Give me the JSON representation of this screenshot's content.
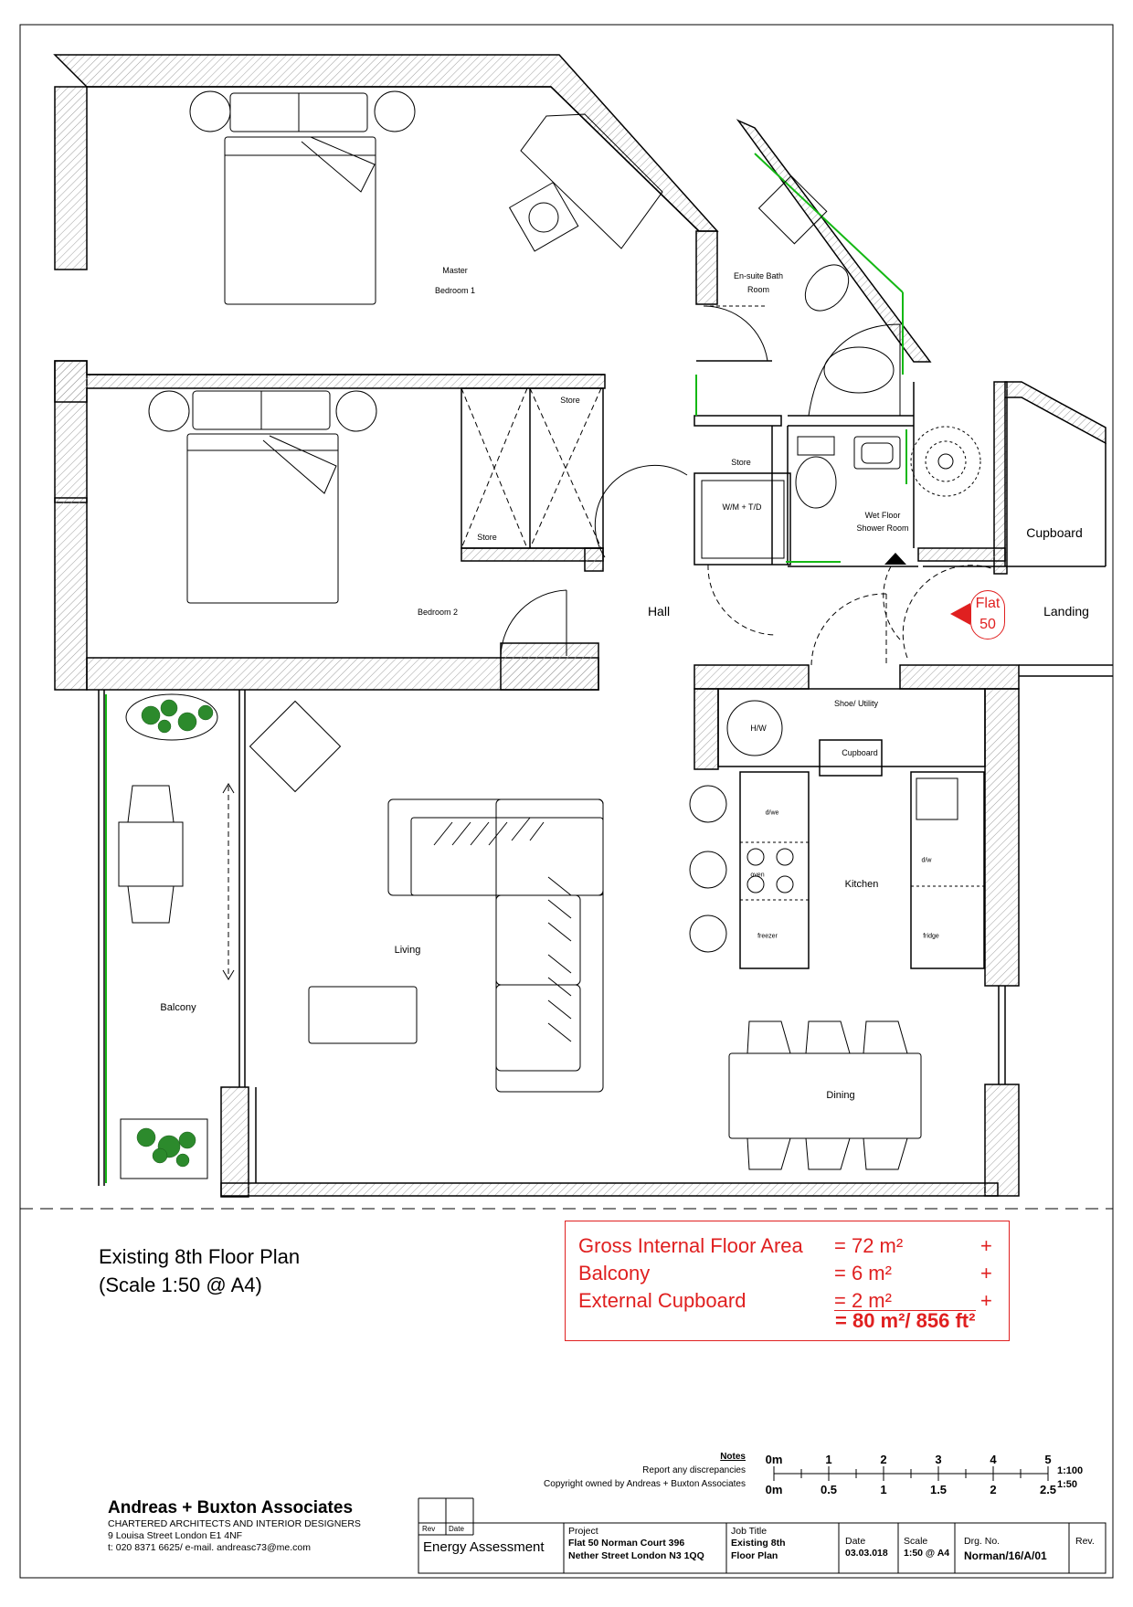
{
  "rooms": {
    "master_bedroom": "Master",
    "master_bedroom_2": "Bedroom 1",
    "ensuite": "En-suite Bath",
    "ensuite_2": "Room",
    "store_1": "Store",
    "store_2": "Store",
    "store_3": "Store",
    "bedroom2": "Bedroom 2",
    "hall": "Hall",
    "wm": "W/M + T/D",
    "wetroom": "Wet Floor",
    "wetroom_2": "Shower Room",
    "cupboard_ext": "Cupboard",
    "landing": "Landing",
    "flat_line1": "Flat",
    "flat_line2": "50",
    "utility": "Shoe/ Utility",
    "hw": "H/W",
    "cupboard_int": "Cupboard",
    "kitchen": "Kitchen",
    "living": "Living",
    "balcony": "Balcony",
    "dining": "Dining",
    "appl_dw1": "d/we",
    "appl_oven": "oven",
    "appl_freezer": "freezer",
    "appl_dw2": "d/w",
    "appl_fridge": "fridge"
  },
  "plan_title": {
    "line1": "Existing 8th Floor Plan",
    "line2": "(Scale 1:50 @ A4)"
  },
  "areas": {
    "rows": [
      {
        "label": "Gross Internal Floor Area",
        "value": "= 72 m²",
        "plus": "+"
      },
      {
        "label": "Balcony",
        "value": "= 6 m²",
        "plus": "+"
      },
      {
        "label": "External Cupboard",
        "value": "= 2 m²",
        "plus": "+"
      }
    ],
    "total": "= 80 m²/ 856 ft²",
    "accent": "#e02020"
  },
  "notes": {
    "heading": "Notes",
    "line1": "Report any discrepancies",
    "line2": "Copyright owned by Andreas + Buxton Associates"
  },
  "scale_bar": {
    "top_ticks": [
      "0m",
      "1",
      "2",
      "3",
      "4",
      "5"
    ],
    "bottom_ticks": [
      "0m",
      "0.5",
      "1",
      "1.5",
      "2",
      "2.5"
    ],
    "ratio_top": "1:100",
    "ratio_bottom": "1:50"
  },
  "firm": {
    "name": "Andreas + Buxton Associates",
    "tagline": "CHARTERED ARCHITECTS  AND INTERIOR DESIGNERS",
    "address": "9 Louisa Street London E1 4NF",
    "contact": "t: 020 8371 6625/ e-mail. andreasc73@me.com"
  },
  "title_block": {
    "rev_label": "Rev",
    "date_label": "Date",
    "client": "Energy Assessment",
    "project_label": "Project",
    "project_line1": "Flat 50 Norman Court 396",
    "project_line2": "Nether Street London N3 1QQ",
    "job_label": "Job Title",
    "job_line1": "Existing 8th",
    "job_line2": "Floor Plan",
    "date_head": "Date",
    "date_value": "03.03.018",
    "scale_head": "Scale",
    "scale_value": "1:50 @ A4",
    "drg_head": "Drg. No.",
    "drg_value": "Norman/16/A/01",
    "rev_head": "Rev."
  },
  "colors": {
    "wall_hatch": "#bdbdbd",
    "line": "#000000",
    "green": "#14b814",
    "red": "#e02020"
  }
}
